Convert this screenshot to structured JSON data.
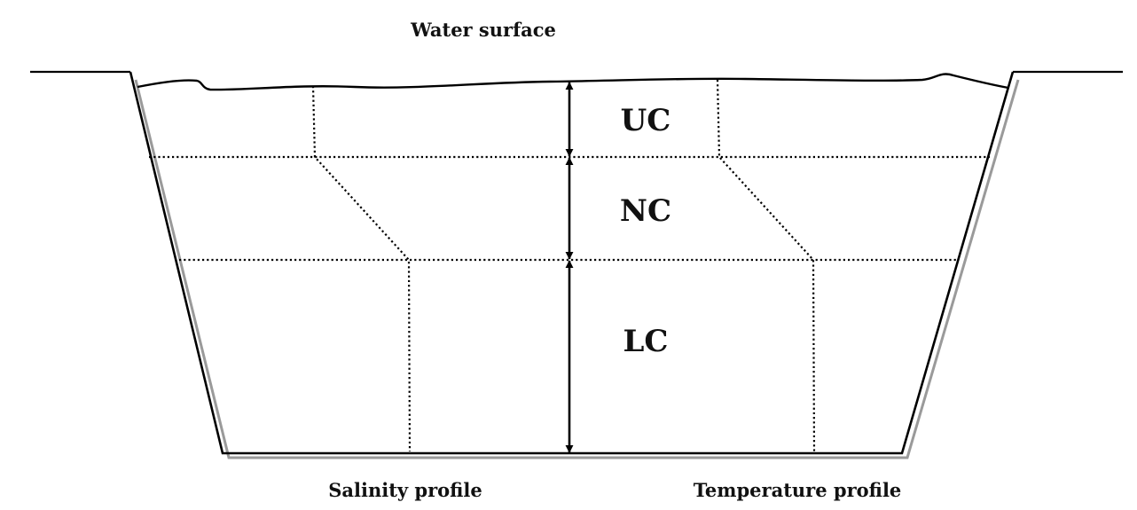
{
  "labels": {
    "water_surface": "Water surface",
    "upper_zone": "UC",
    "middle_zone": "NC",
    "lower_zone": "LC",
    "salinity_profile": "Salinity profile",
    "temperature_profile": "Temperature profile"
  }
}
